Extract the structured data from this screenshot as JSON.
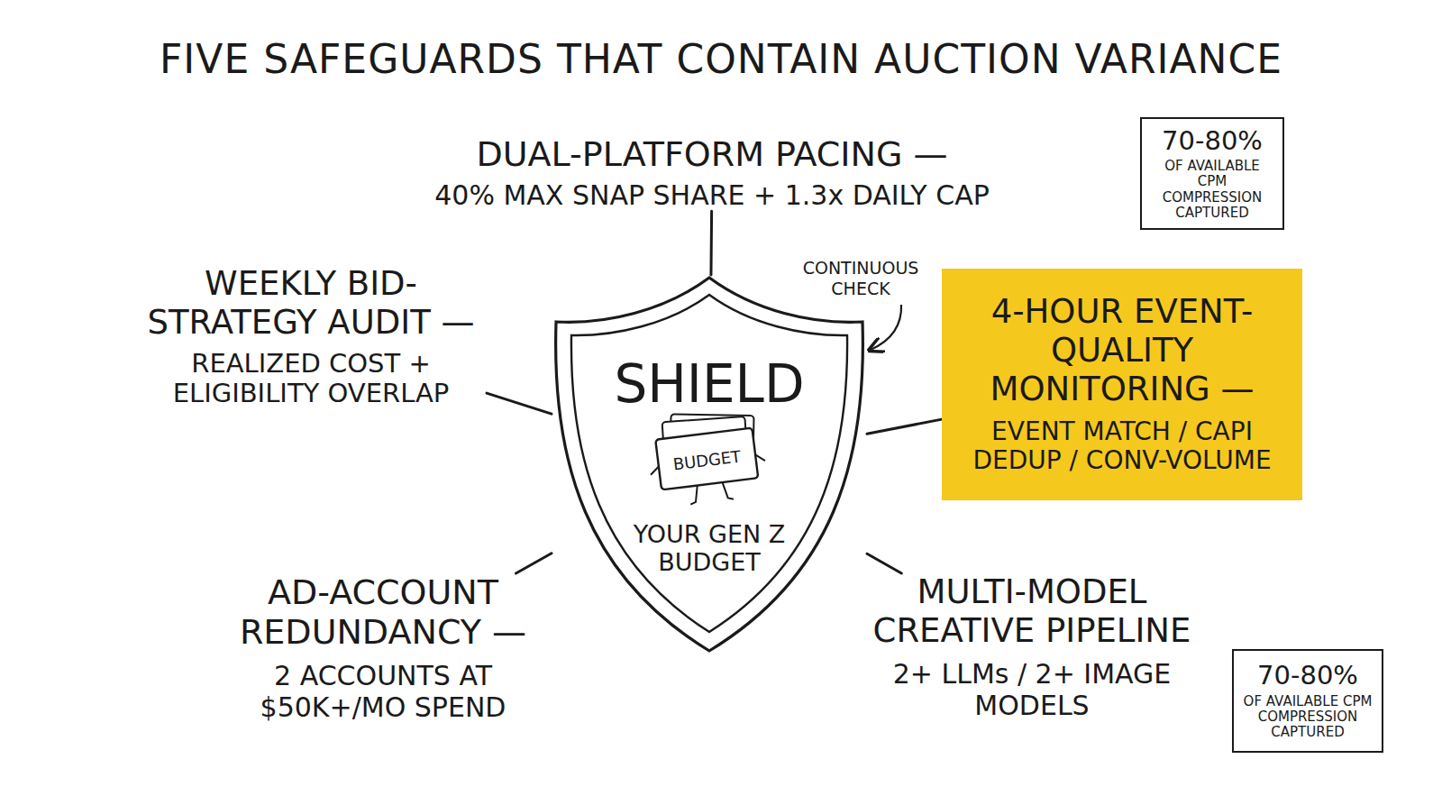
{
  "diagram": {
    "title": "FIVE SAFEGUARDS THAT CONTAIN AUCTION VARIANCE",
    "nodes": [
      {
        "text": [
          "DUAL-PLATFORM PACING —",
          "40% MAX SNAP SHARE + 1.3x DAILY CAP"
        ]
      },
      {
        "text": [
          "70-80%",
          "OF AVAILABLE CPM COMPRESSION CAPTURED"
        ]
      },
      {
        "text": [
          "WEEKLY BID-STRATEGY AUDIT —",
          "REALIZED COST + ELIGIBILITY OVERLAP"
        ]
      },
      {
        "text": [
          "SHIELD",
          "YOUR GEN Z BUDGET"
        ]
      },
      {
        "text": [
          "BUDGET"
        ],
        "in": 3
      },
      {
        "text": [
          "4-HOUR EVENT-QUALITY MONITORING —",
          "EVENT MATCH / CAPI DEDUP / CONV-VOLUME"
        ]
      },
      {
        "text": [
          "AD-ACCOUNT REDUNDANCY —",
          "2 ACCOUNTS AT $50K+/MO SPEND"
        ]
      },
      {
        "text": [
          "MULTI-MODEL CREATIVE PIPELINE",
          "2+ LLMs / 2+ IMAGE MODELS"
        ]
      },
      {
        "text": [
          "70-80%",
          "OF AVAILABLE CPM COMPRESSION CAPTURED"
        ]
      }
    ],
    "edges": [
      {
        "from": 3,
        "to": 0,
        "arrow": "none"
      },
      {
        "from": 3,
        "to": 2,
        "arrow": "none"
      },
      {
        "from": 3,
        "to": 5,
        "arrow": "none"
      },
      {
        "from": 3,
        "to": 6,
        "arrow": "none"
      },
      {
        "from": 3,
        "to": 7,
        "arrow": "none"
      }
    ],
    "labels": [
      "CONTINUOUS CHECK"
    ]
  }
}
